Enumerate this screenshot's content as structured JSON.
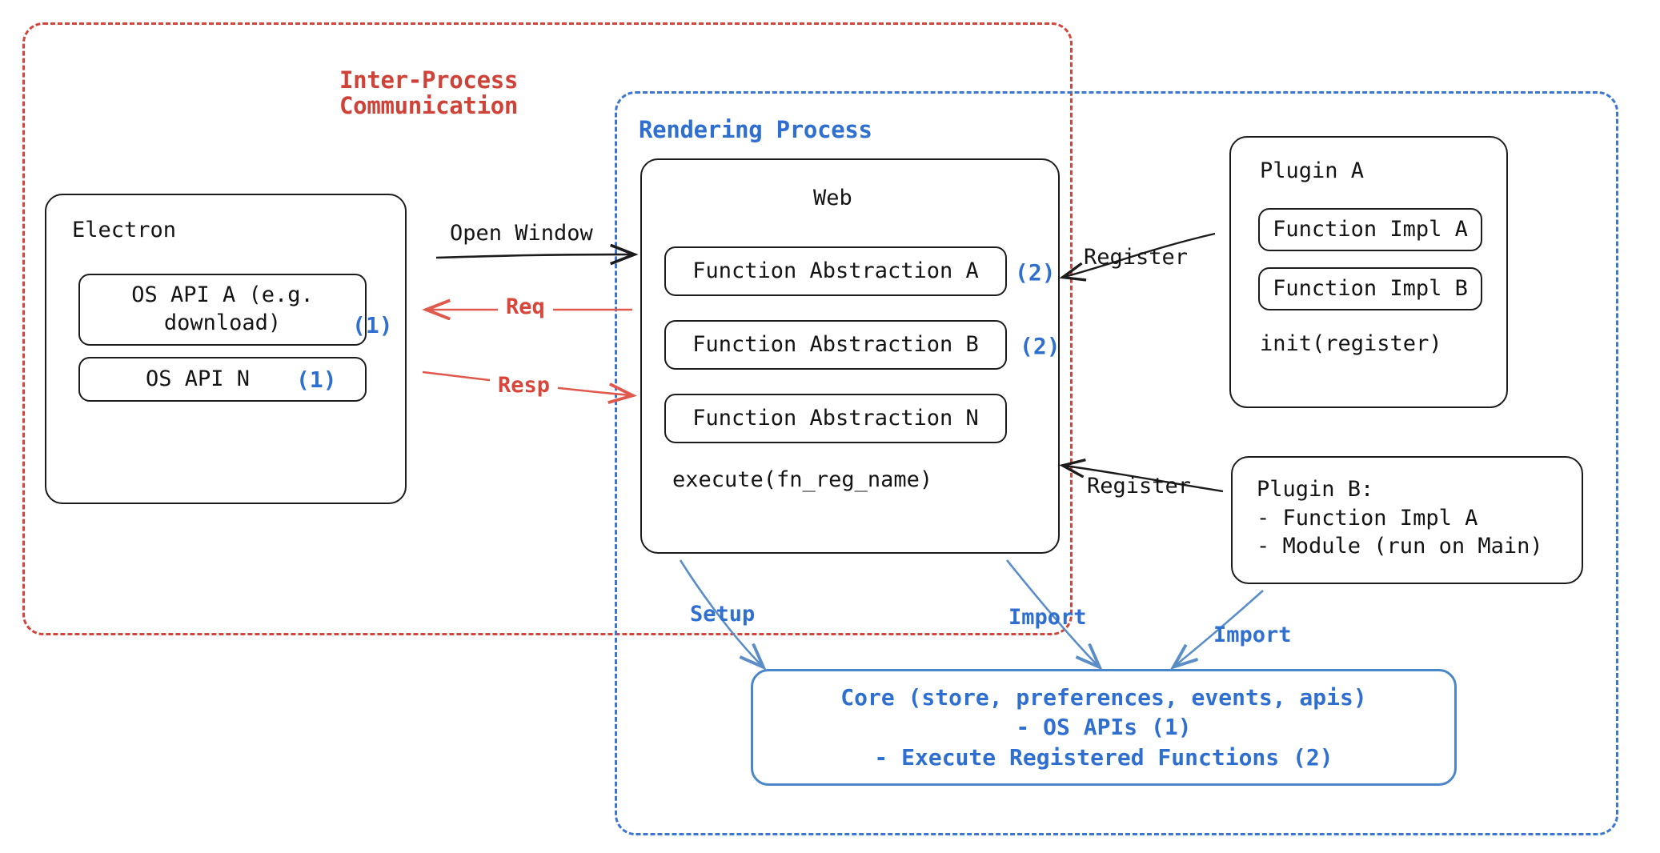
{
  "diagram": {
    "title": "Electron plugin architecture",
    "colors": {
      "red": "#d1453b",
      "blue": "#2f6fd0",
      "core_blue": "#4a86c8",
      "black": "#141414"
    },
    "groups": {
      "ipc": {
        "label": "Inter-Process\nCommunication"
      },
      "rendering": {
        "label": "Rendering Process"
      }
    },
    "electron": {
      "title": "Electron",
      "items": [
        {
          "label": "OS API A (e.g.\ndownload)",
          "tag": "(1)"
        },
        {
          "label": "OS API N",
          "tag": "(1)"
        }
      ]
    },
    "web": {
      "title": "Web",
      "items": [
        {
          "label": "Function Abstraction A",
          "tag": "(2)"
        },
        {
          "label": "Function Abstraction B",
          "tag": "(2)"
        },
        {
          "label": "Function Abstraction N",
          "tag": ""
        }
      ],
      "footer": "execute(fn_reg_name)"
    },
    "plugin_a": {
      "title": "Plugin A",
      "items": [
        {
          "label": "Function Impl A"
        },
        {
          "label": "Function Impl B"
        }
      ],
      "footer": "init(register)"
    },
    "plugin_b": {
      "lines": "Plugin B:\n- Function Impl A\n- Module (run on Main)"
    },
    "core": {
      "lines": [
        "Core (store, preferences, events, apis)",
        "- OS APIs (1)",
        "- Execute Registered Functions (2)"
      ]
    },
    "edges": {
      "open_window": "Open Window",
      "req": "Req",
      "resp": "Resp",
      "register_a": "Register",
      "register_b": "Register",
      "setup": "Setup",
      "import_left": "Import",
      "import_right": "Import"
    }
  }
}
